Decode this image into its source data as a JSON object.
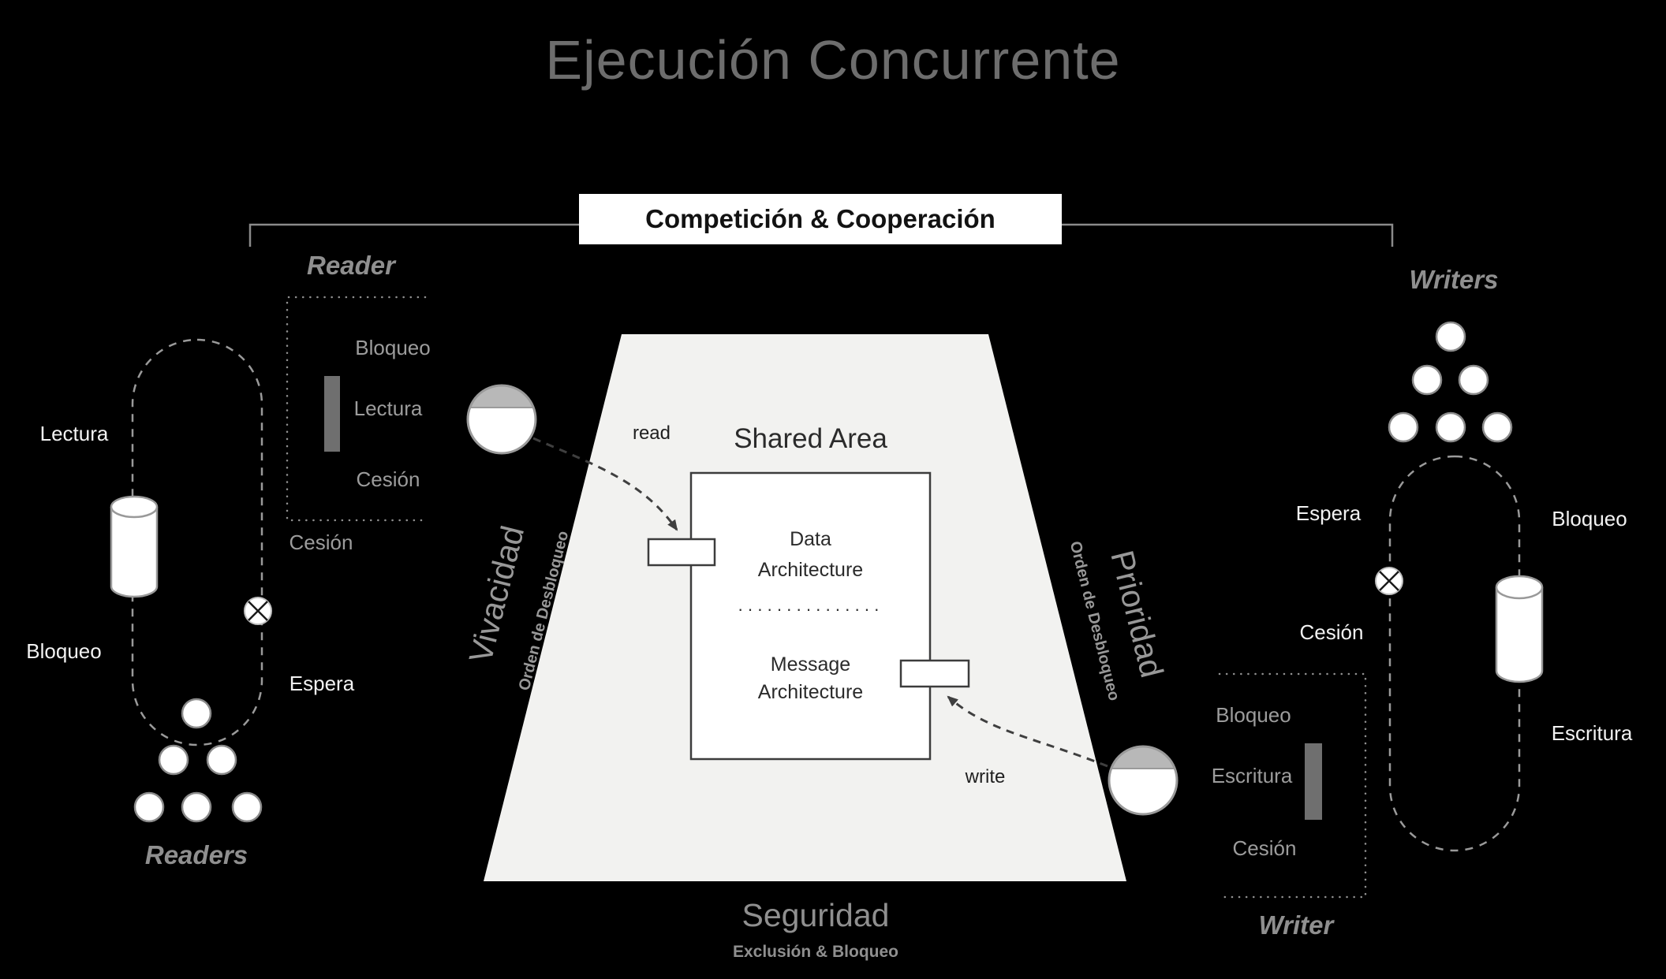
{
  "title": "Ejecución Concurrente",
  "banner": "Competición & Cooperación",
  "left_reader": {
    "group_label": "Reader",
    "box_bloqueo": "Bloqueo",
    "box_lectura": "Lectura",
    "box_cesion": "Cesión",
    "cesion_outer": "Cesión",
    "lectura": "Lectura",
    "bloqueo": "Bloqueo",
    "espera": "Espera",
    "cluster_label": "Readers"
  },
  "right_writer": {
    "group_label": "Writers",
    "espera": "Espera",
    "bloqueo": "Bloqueo",
    "cesion": "Cesión",
    "escritura": "Escritura",
    "box_bloqueo": "Bloqueo",
    "box_escritura": "Escritura",
    "box_cesion": "Cesión",
    "box_group_label": "Writer"
  },
  "center": {
    "shared_area": "Shared Area",
    "data_line1": "Data",
    "data_line2": "Architecture",
    "dots": "···············",
    "message_line1": "Message",
    "message_line2": "Architecture",
    "read": "read",
    "write": "write"
  },
  "edges": {
    "left_title": "Vivacidad",
    "left_sub": "Orden de Desbloqueo",
    "right_title": "Prioridad",
    "right_sub": "Orden de Desbloqueo",
    "bottom_title": "Seguridad",
    "bottom_sub": "Exclusión & Bloqueo"
  },
  "colors": {
    "background": "#000000",
    "trapezoid_fill": "#f2f2f0",
    "banner_bg": "#ffffff",
    "gray_text": "#9c9c9c",
    "white_text": "#f2f2f2",
    "outline_dark": "#3c3c3c",
    "token_gray": "#b8b8b8"
  }
}
